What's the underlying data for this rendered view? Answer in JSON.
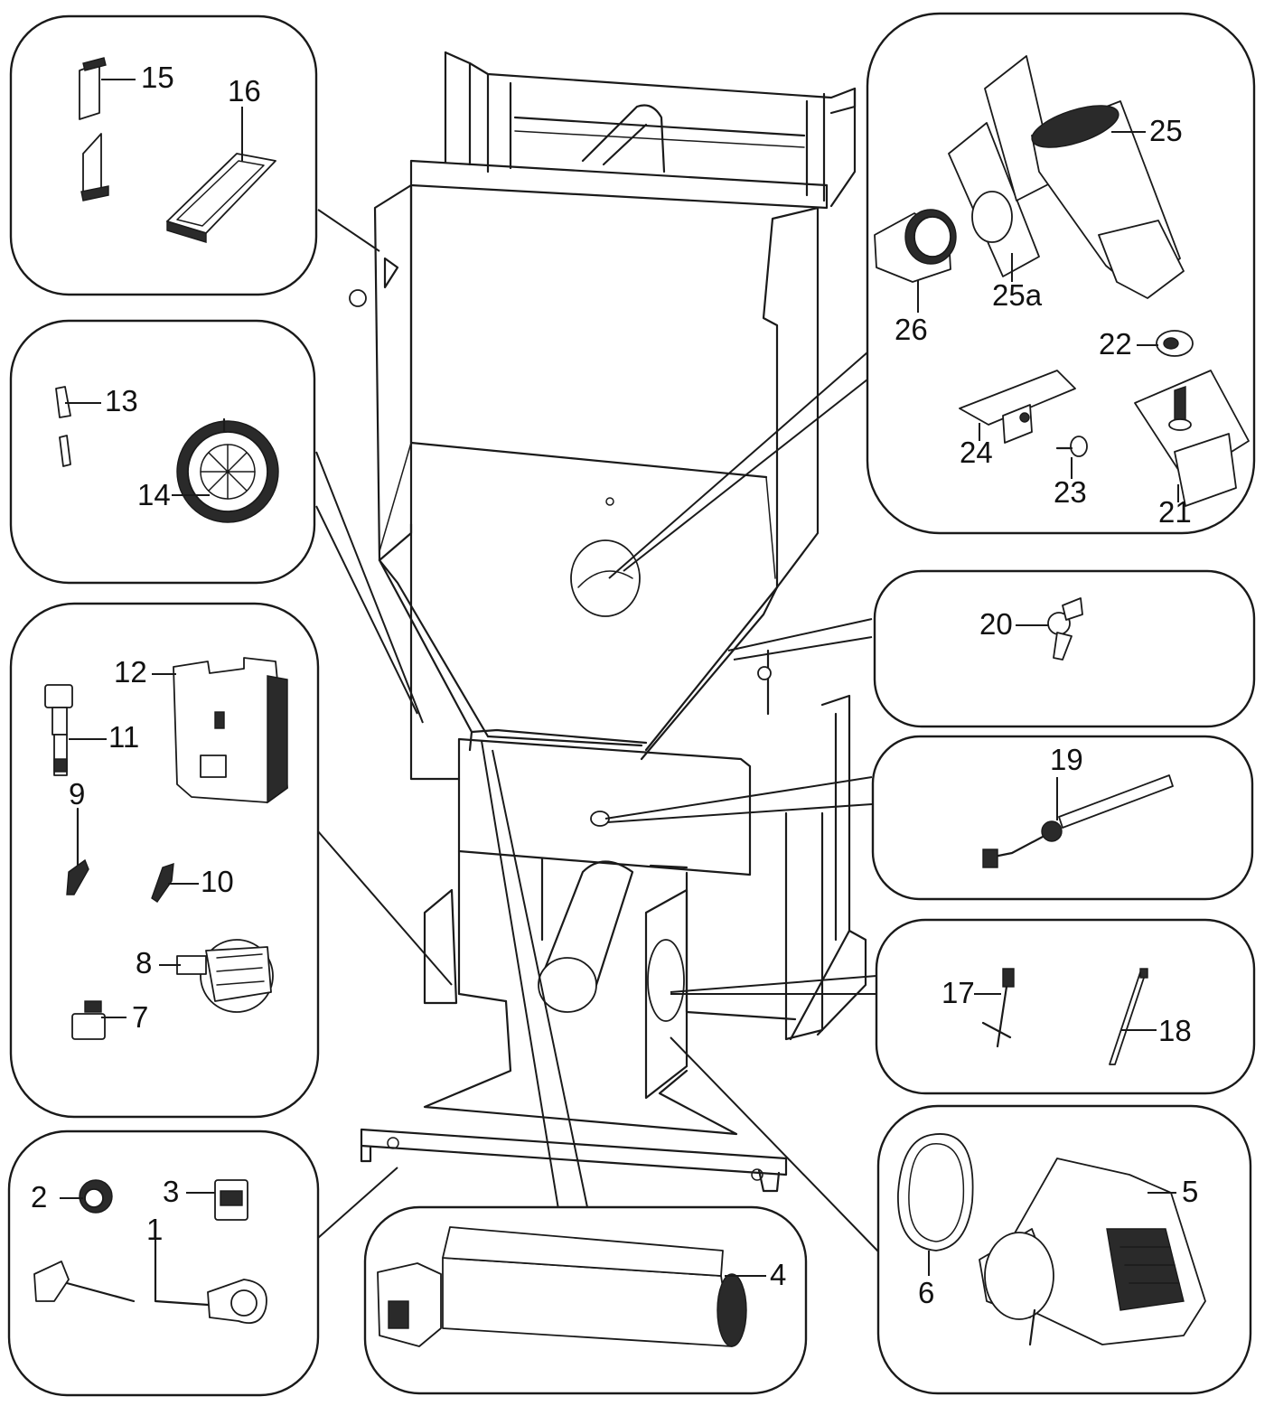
{
  "colors": {
    "line": "#1a1a1a",
    "background": "#ffffff"
  },
  "callouts": {
    "c1": "1",
    "c2": "2",
    "c3": "3",
    "c4": "4",
    "c5": "5",
    "c6": "6",
    "c7": "7",
    "c8": "8",
    "c9": "9",
    "c10": "10",
    "c11": "11",
    "c12": "12",
    "c13": "13",
    "c14": "14",
    "c15": "15",
    "c16": "16",
    "c17": "17",
    "c18": "18",
    "c19": "19",
    "c20": "20",
    "c21": "21",
    "c22": "22",
    "c23": "23",
    "c24": "24",
    "c25": "25",
    "c25a": "25a",
    "c26": "26"
  }
}
